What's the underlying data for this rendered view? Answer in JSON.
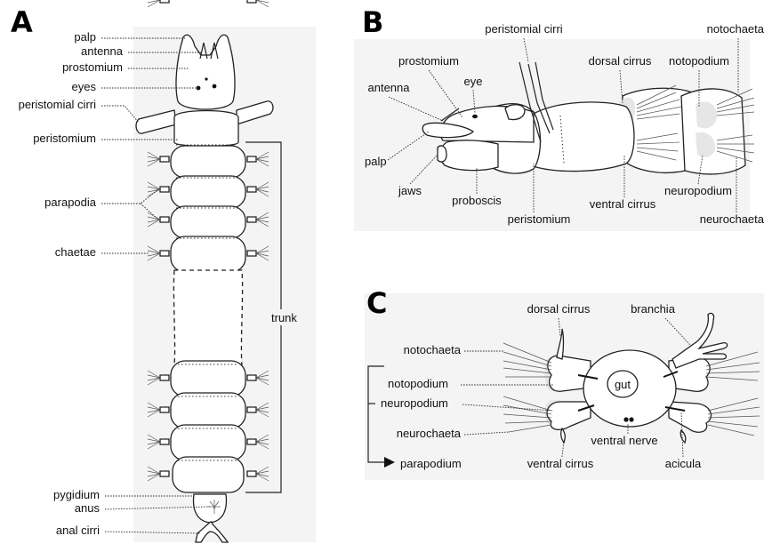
{
  "panels": {
    "a": {
      "letter": "A",
      "labels": {
        "palp": "palp",
        "antenna": "antenna",
        "prostomium": "prostomium",
        "eyes": "eyes",
        "peristomial_cirri": "peristomial cirri",
        "peristomium": "peristomium",
        "parapodia": "parapodia",
        "chaetae": "chaetae",
        "trunk": "trunk",
        "pygidium": "pygidium",
        "anus": "anus",
        "anal_cirri": "anal cirri"
      }
    },
    "b": {
      "letter": "B",
      "labels": {
        "peristomial_cirri": "peristomial cirri",
        "notochaeta": "notochaeta",
        "prostomium": "prostomium",
        "dorsal_cirrus": "dorsal cirrus",
        "notopodium": "notopodium",
        "eye": "eye",
        "antenna": "antenna",
        "palp": "palp",
        "jaws": "jaws",
        "proboscis": "proboscis",
        "peristomium": "peristomium",
        "ventral_cirrus": "ventral cirrus",
        "neuropodium": "neuropodium",
        "neurochaeta": "neurochaeta"
      }
    },
    "c": {
      "letter": "C",
      "labels": {
        "dorsal_cirrus": "dorsal cirrus",
        "branchia": "branchia",
        "notochaeta": "notochaeta",
        "notopodium": "notopodium",
        "gut": "gut",
        "neuropodium": "neuropodium",
        "neurochaeta": "neurochaeta",
        "ventral_nerve": "ventral nerve",
        "parapodium": "parapodium",
        "ventral_cirrus": "ventral cirrus",
        "acicula": "acicula"
      }
    }
  }
}
